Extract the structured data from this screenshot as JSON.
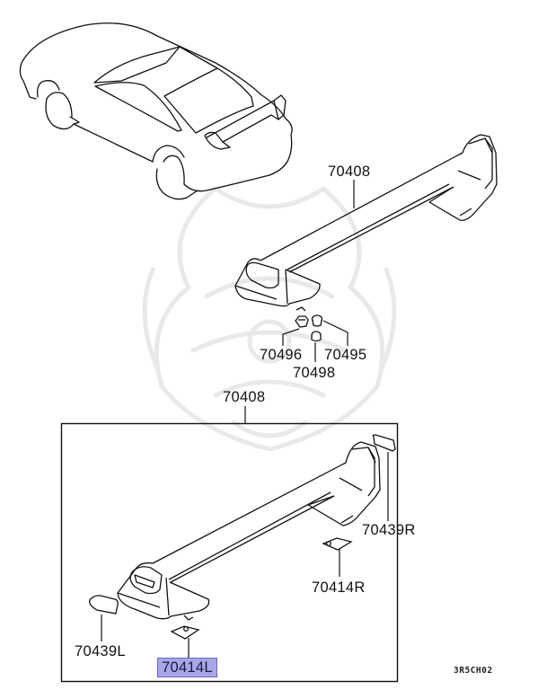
{
  "diagram": {
    "type": "parts-exploded-view",
    "subject": "rear spoiler assembly",
    "code": "3R5CH02",
    "highlight_color": "#a9a6e6",
    "line_color": "#111111",
    "watermark_color": "#e6e6e6"
  },
  "callouts": {
    "upper_spoiler": "70408",
    "clip_left": "70496",
    "clip_right": "70495",
    "clip_center": "70498",
    "lower_spoiler": "70408",
    "end_cap_right": "70439R",
    "pad_right": "70414R",
    "end_cap_left": "70439L",
    "pad_left": "70414L"
  },
  "highlighted_part": "70414L"
}
